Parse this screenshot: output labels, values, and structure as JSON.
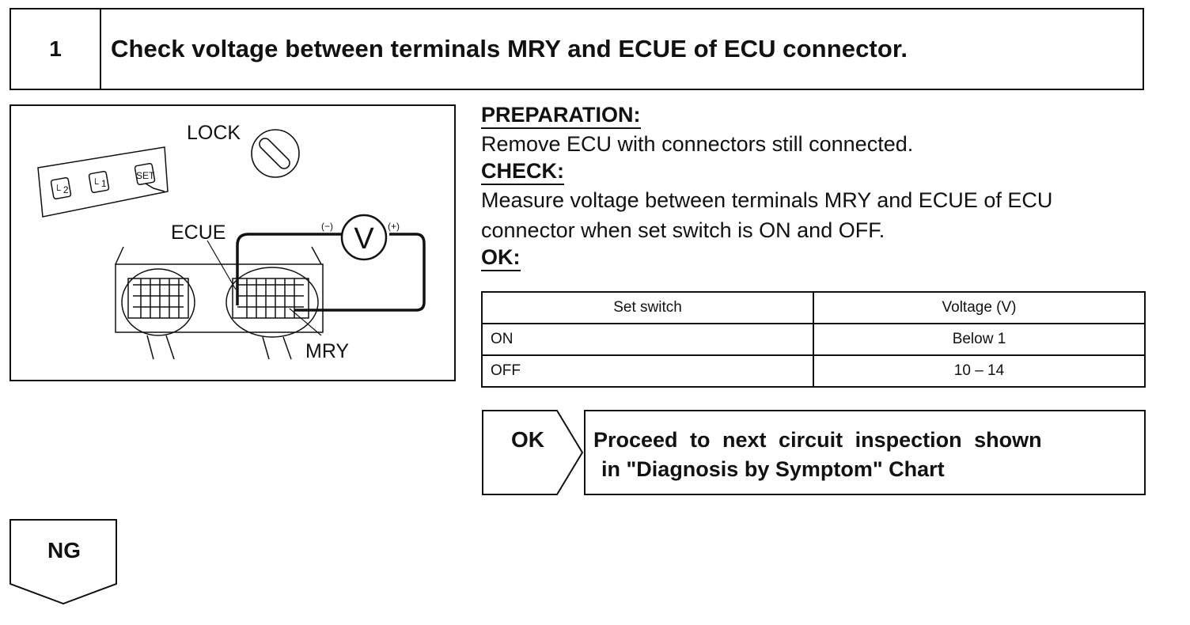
{
  "step": {
    "number": "1",
    "title": "Check voltage between terminals MRY and ECUE of ECU connector."
  },
  "diagram": {
    "lock_label": "LOCK",
    "ecue_label": "ECUE",
    "mry_label": "MRY",
    "meter_symbol": "V",
    "minus_label": "(−)",
    "plus_label": "(+)",
    "switch_labels": [
      "└ 2",
      "└ 1",
      "SET"
    ]
  },
  "preparation": {
    "label": "PREPARATION:",
    "text": "Remove ECU with connectors still connected."
  },
  "check": {
    "label": "CHECK:",
    "line1": "Measure voltage between terminals MRY and ECUE of ECU",
    "line2": "connector when set switch is ON and OFF."
  },
  "ok_section": {
    "label": "OK:"
  },
  "table": {
    "headers": [
      "Set switch",
      "Voltage (V)"
    ],
    "rows": [
      [
        "ON",
        "Below 1"
      ],
      [
        "OFF",
        "10 – 14"
      ]
    ]
  },
  "result_ok": {
    "label": "OK",
    "line1": "Proceed to next circuit inspection shown",
    "line2": "in \"Diagnosis by Symptom\" Chart"
  },
  "result_ng": {
    "label": "NG"
  }
}
